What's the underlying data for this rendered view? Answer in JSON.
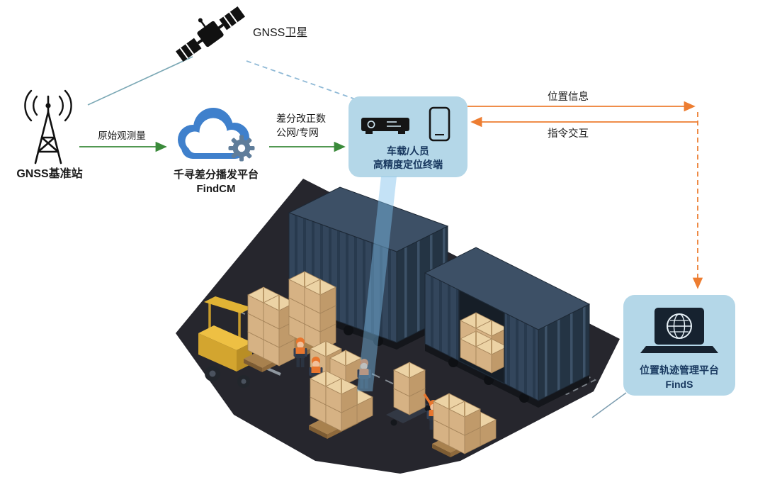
{
  "diagram": {
    "satellite": {
      "label": "GNSS卫星"
    },
    "base_station": {
      "label": "GNSS基准站"
    },
    "cloud_platform": {
      "name": "千寻差分播发平台",
      "product": "FindCM"
    },
    "terminal": {
      "line1": "车载/人员",
      "line2": "高精度定位终端"
    },
    "management_platform": {
      "name": "位置轨迹管理平台",
      "product": "FindS"
    },
    "flows": {
      "raw_observation": "原始观测量",
      "correction_line1": "差分改正数",
      "correction_line2": "公网/专网",
      "position_info": "位置信息",
      "command_exchange": "指令交互"
    }
  },
  "colors": {
    "background": "#ffffff",
    "green_arrow": "#3a8a3a",
    "orange_accent": "#ed7d31",
    "panel_blue": "#b4d7e8",
    "navy_text": "#17375e",
    "cloud_blue": "#3f80cc",
    "gear_gray": "#5f7d9a",
    "satellite_link": "#7ba8b5",
    "terminal_link_dashed": "#8fb9d6",
    "floor_dark": "#26262d",
    "container_navy": "#33465c",
    "crate_tan": "#d6b284"
  }
}
